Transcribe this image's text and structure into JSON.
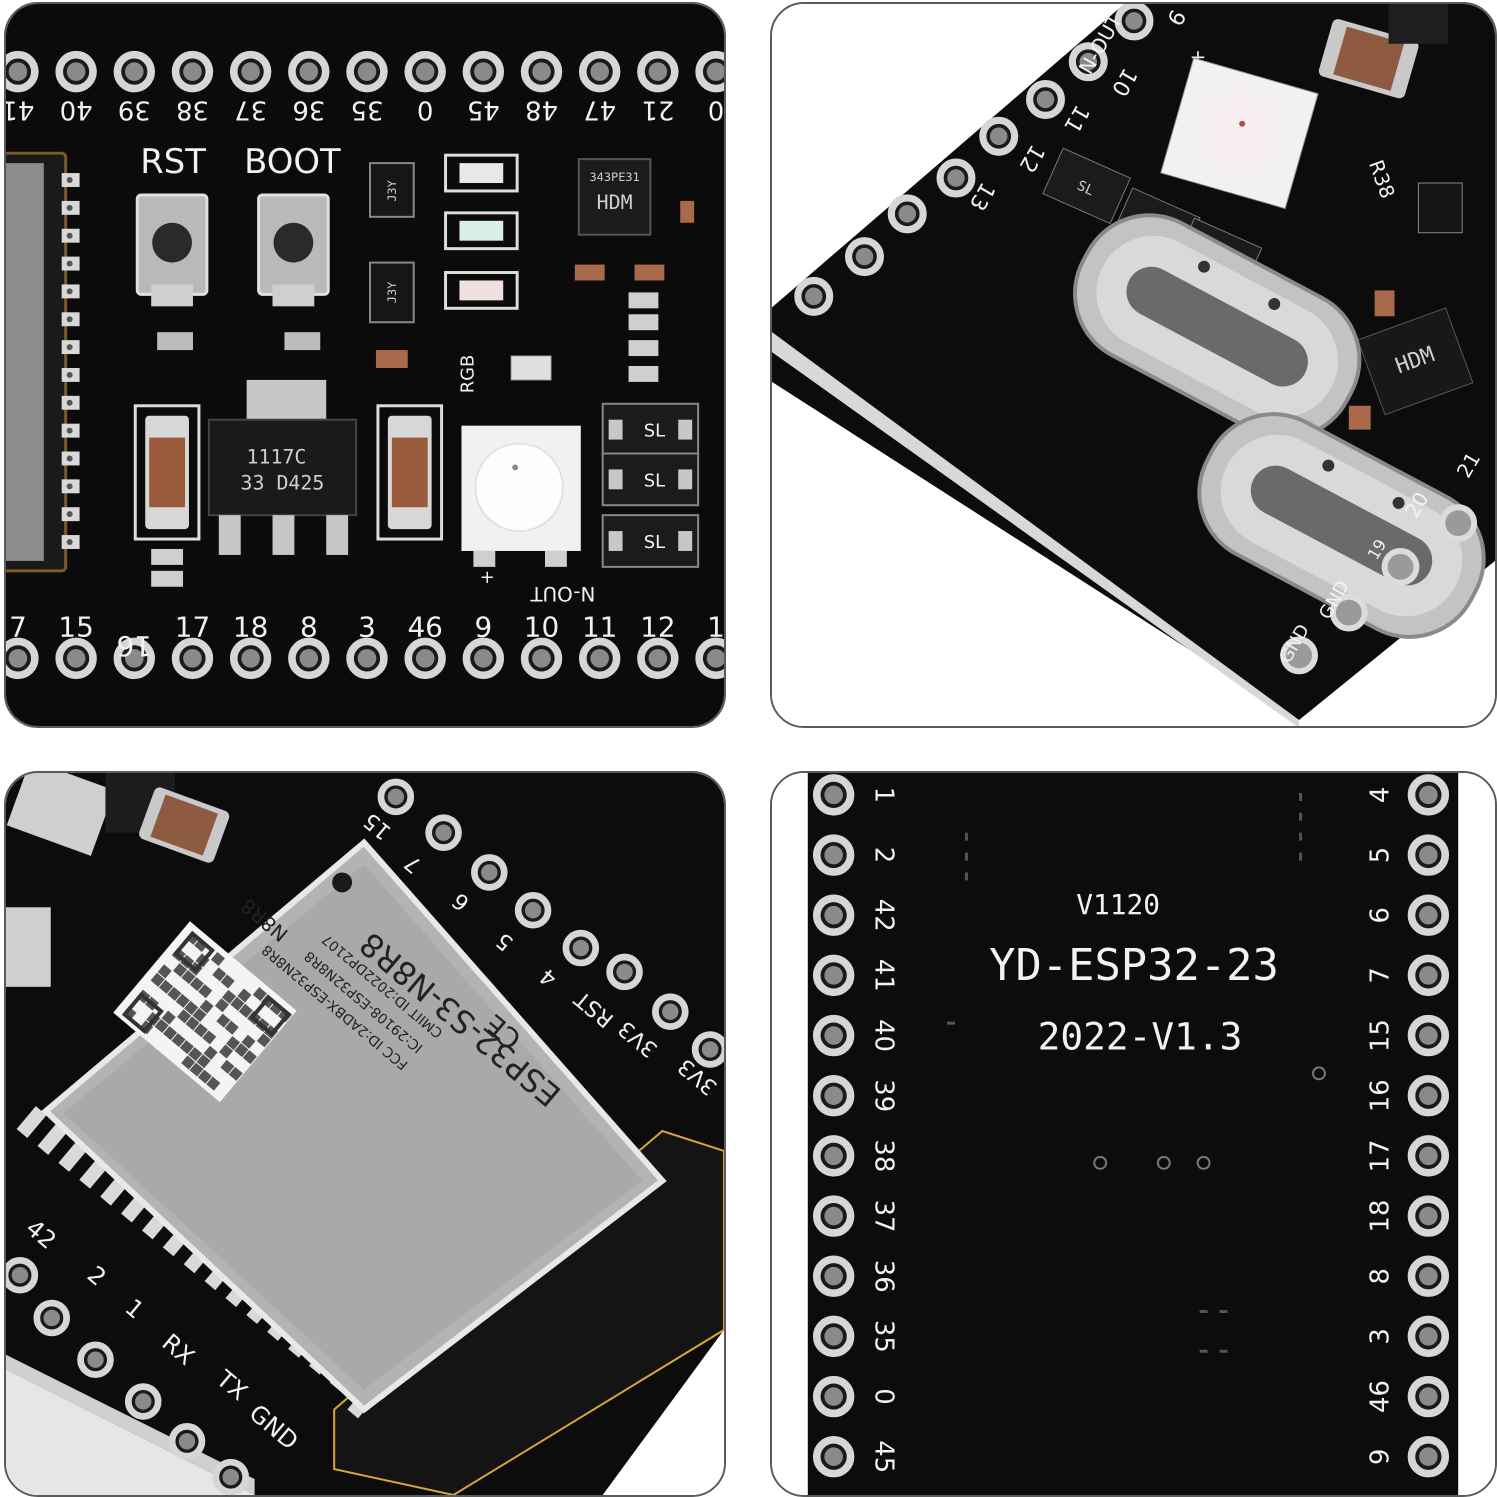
{
  "panel_top_left": {
    "top_pins": [
      "41",
      "40",
      "39",
      "38",
      "37",
      "36",
      "35",
      "0",
      "45",
      "48",
      "47",
      "21",
      "0"
    ],
    "bottom_pins": [
      "7",
      "15",
      "16",
      "17",
      "18",
      "8",
      "3",
      "46",
      "9",
      "10",
      "11",
      "12",
      "1"
    ],
    "button_labels": [
      "RST",
      "BOOT"
    ],
    "regulator_line1": "1117C",
    "regulator_line2": "33 D425",
    "diode_label": "SL",
    "transistor_label": "J3Y",
    "ic_line1": "343PE31",
    "ic_line2": "HDM",
    "rgb_label": "RGB",
    "in_out_label": "N-OUT",
    "plus_label": "+"
  },
  "panel_top_right": {
    "pins_left": [
      "9",
      "10",
      "11",
      "12",
      "13"
    ],
    "label_in_out": "N-OUT",
    "label_plus": "+",
    "diode_label": "SL",
    "ic_label": "HDM",
    "resistor_label": "R38",
    "pins_right": [
      "21",
      "20",
      "19"
    ],
    "gnd_labels": [
      "GND",
      "GND"
    ]
  },
  "panel_bottom_left": {
    "module_name": "ESP32-S3-N8R8",
    "module_small": "N8R8",
    "fcc_text": "FCC ID:2ADBX-ESP32N8R8",
    "ic_text": "IC:29108-ESP32N8R8",
    "cmiit_text": "CMIIT ID:2022DP2107",
    "ce_mark": "CE",
    "left_pins": [
      "42",
      "2",
      "1",
      "RX",
      "TX",
      "GND"
    ],
    "right_pins": [
      "15",
      "7",
      "6",
      "5",
      "4",
      "RST",
      "3V3",
      "3V3"
    ]
  },
  "panel_bottom_right": {
    "version_small": "V1120",
    "board_name": "YD-ESP32-23",
    "board_rev": "2022-V1.3",
    "left_pins": [
      "1",
      "2",
      "42",
      "41",
      "40",
      "39",
      "38",
      "37",
      "36",
      "35",
      "0",
      "45"
    ],
    "right_pins": [
      "4",
      "5",
      "6",
      "7",
      "15",
      "16",
      "17",
      "18",
      "8",
      "3",
      "46",
      "9"
    ]
  }
}
